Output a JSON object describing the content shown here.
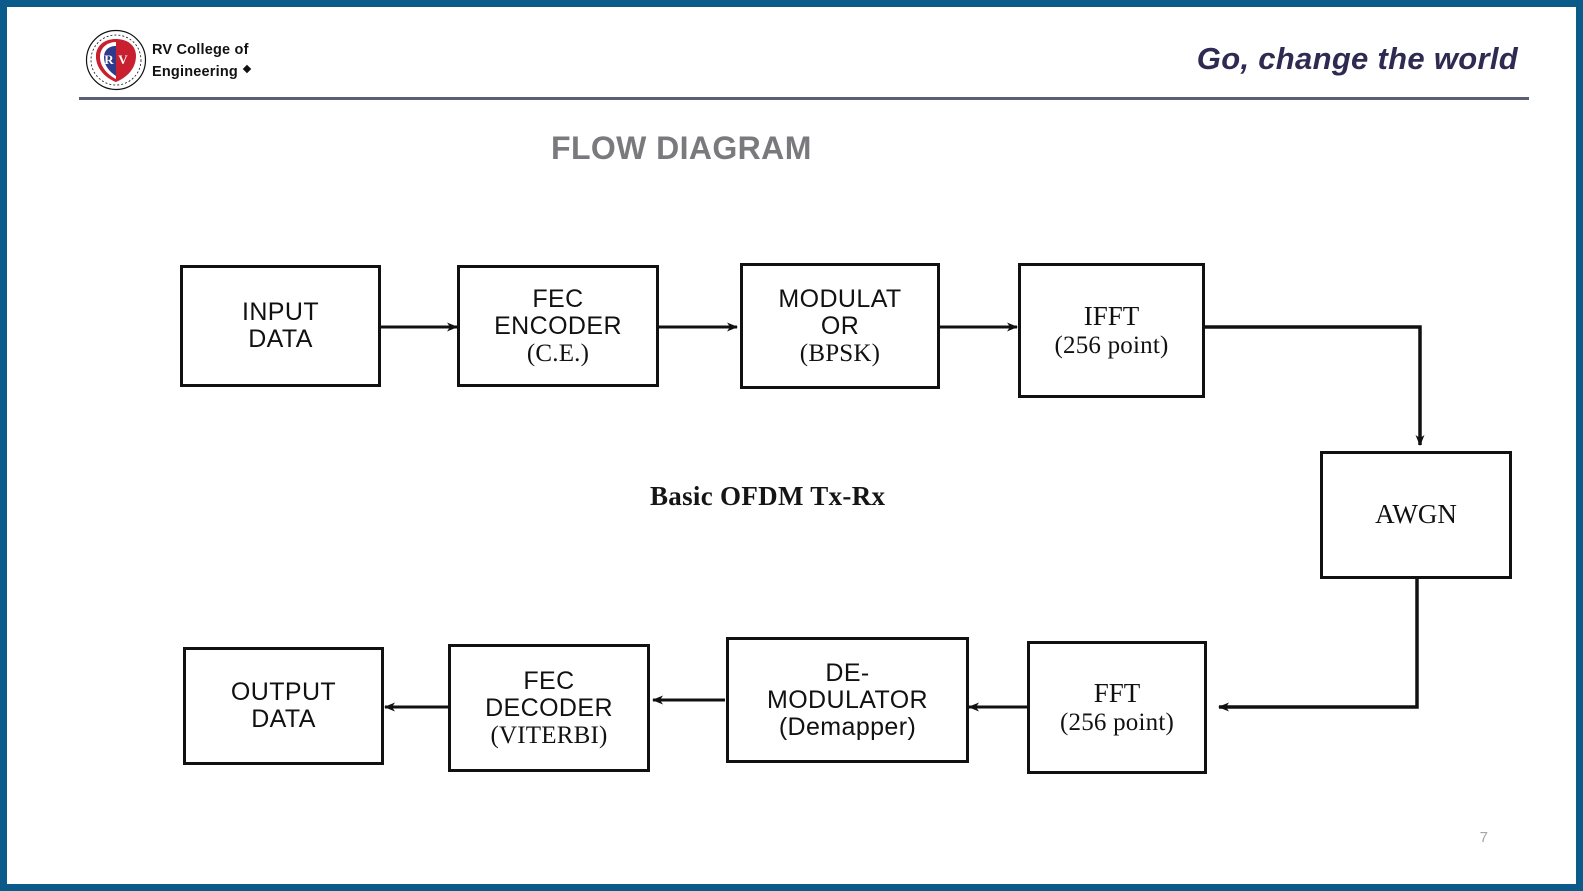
{
  "slide": {
    "border_color": "#0b5b8a",
    "page_number": "7",
    "title": "FLOW DIAGRAM",
    "title_color": "#7a7a7e"
  },
  "header": {
    "logo_icon": "rv-college-seal-icon",
    "logo_text_line1": "RV College of",
    "logo_text_line2": "Engineering",
    "logo_mark": "diamond-bullet-icon",
    "tagline": "Go, change the world",
    "tagline_color": "#2e2a52",
    "rule_color": "#5a5f75"
  },
  "diagram": {
    "type": "flowchart",
    "caption": "Basic OFDM Tx-Rx",
    "stroke_color": "#111111",
    "nodes": [
      {
        "id": "input-data",
        "lines": [
          "INPUT",
          "DATA"
        ],
        "styles": [
          "sans",
          "sans"
        ]
      },
      {
        "id": "fec-encoder",
        "lines": [
          "FEC",
          "ENCODER",
          "(C.E.)"
        ],
        "styles": [
          "sans",
          "sans",
          "serif"
        ]
      },
      {
        "id": "modulator",
        "lines": [
          "MODULAT",
          "OR",
          "(BPSK)"
        ],
        "styles": [
          "sans",
          "sans",
          "serif"
        ]
      },
      {
        "id": "ifft",
        "lines": [
          "IFFT",
          "(256 point)"
        ],
        "styles": [
          "serif-lg",
          "serif"
        ]
      },
      {
        "id": "awgn",
        "lines": [
          "AWGN"
        ],
        "styles": [
          "serif-lg"
        ]
      },
      {
        "id": "fft",
        "lines": [
          "FFT",
          "(256 point)"
        ],
        "styles": [
          "serif-lg",
          "serif"
        ]
      },
      {
        "id": "demodulator",
        "lines": [
          "DE-",
          "MODULATOR",
          "(Demapper)"
        ],
        "styles": [
          "sans",
          "sans",
          "sans"
        ]
      },
      {
        "id": "fec-decoder",
        "lines": [
          "FEC",
          "DECODER",
          "(VITERBI)"
        ],
        "styles": [
          "sans",
          "sans",
          "serif"
        ]
      },
      {
        "id": "output-data",
        "lines": [
          "OUTPUT",
          "DATA"
        ],
        "styles": [
          "sans",
          "sans"
        ]
      }
    ],
    "edges": [
      {
        "from": "input-data",
        "to": "fec-encoder"
      },
      {
        "from": "fec-encoder",
        "to": "modulator"
      },
      {
        "from": "modulator",
        "to": "ifft"
      },
      {
        "from": "ifft",
        "to": "awgn"
      },
      {
        "from": "awgn",
        "to": "fft"
      },
      {
        "from": "fft",
        "to": "demodulator"
      },
      {
        "from": "demodulator",
        "to": "fec-decoder"
      },
      {
        "from": "fec-decoder",
        "to": "output-data"
      }
    ]
  }
}
